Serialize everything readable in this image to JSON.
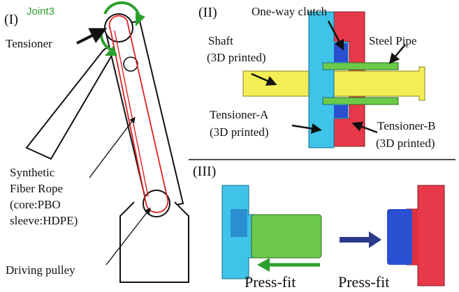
{
  "panels": {
    "p1": "(I)",
    "p2": "(II)",
    "p3": "(III)"
  },
  "labels": {
    "joint": "Joint3",
    "tensioner": "Tensioner",
    "rope_1": "Synthetic",
    "rope_2": "Fiber Rope",
    "rope_3": "(core:PBO",
    "rope_4": "sleeve:HDPE)",
    "driving_pulley": "Driving pulley",
    "one_way_clutch": "One-way clutch",
    "steel_pipe": "Steel Pipe",
    "shaft_1": "Shaft",
    "shaft_2": "(3D printed)",
    "tensioner_a_1": "Tensioner-A",
    "tensioner_a_2": "(3D printed)",
    "tensioner_b_1": "Tensioner-B",
    "tensioner_b_2": "(3D printed)",
    "press_fit_left": "Press-fit",
    "press_fit_right": "Press-fit"
  },
  "colors": {
    "cyan": "#3fc3e8",
    "red": "#e8394a",
    "yellow": "#f2ee55",
    "green": "#6cc94a",
    "blue": "#2a4fd0",
    "navy_arrow": "#2a3a8c",
    "green_arrow": "#2ca02c",
    "rope": "#e02020"
  }
}
